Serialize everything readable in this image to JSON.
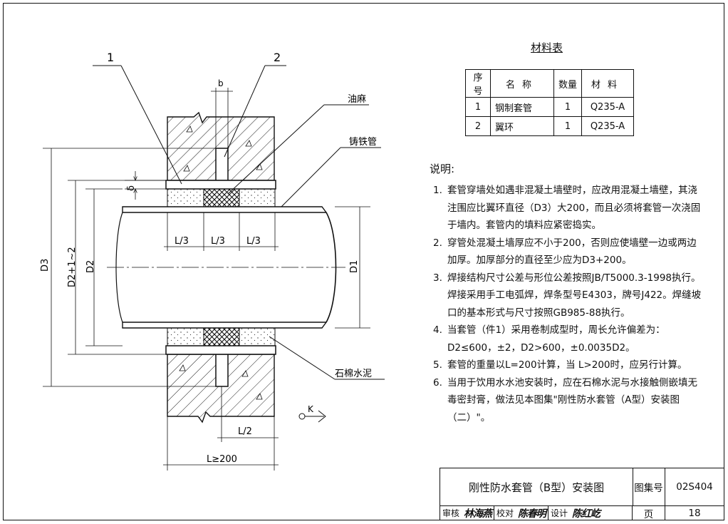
{
  "callouts": {
    "part1": "1",
    "part2": "2"
  },
  "labels": {
    "b": "b",
    "oakum": "油麻",
    "cast_iron_pipe": "铸铁管",
    "asbestos_cement": "石棉水泥",
    "delta": "δ",
    "section_mark": "K"
  },
  "dimensions": {
    "l3_left": "L/3",
    "l3_mid": "L/3",
    "l3_right": "L/3",
    "d3": "D3",
    "d2_plus": "D2+1~2",
    "d2": "D2",
    "d1": "D1",
    "l_half": "L/2",
    "l_min": "L≥200"
  },
  "material_table": {
    "title": "材料表",
    "headers": [
      "序号",
      "名称",
      "数量",
      "材料"
    ],
    "rows": [
      [
        "1",
        "钢制套管",
        "1",
        "Q235-A"
      ],
      [
        "2",
        "翼环",
        "1",
        "Q235-A"
      ]
    ]
  },
  "notes": {
    "title": "说明:",
    "items": [
      {
        "num": "1.",
        "text": "套管穿墙处如遇非混凝土墙壁时，应改用混凝土墙壁，其浇注围应比翼环直径（D3）大200，而且必须将套管一次浇固于墙内。套管内的填料应紧密捣实。"
      },
      {
        "num": "2.",
        "text": "穿管处混凝土墙厚应不小于200，否则应使墙壁一边或两边加厚。加厚部分的直径至少应为D3+200。"
      },
      {
        "num": "3.",
        "text": "焊接结构尺寸公差与形位公差按照JB/T5000.3-1998执行。焊接采用手工电弧焊，焊条型号E4303，牌号J422。焊缝坡口的基本形式与尺寸按照GB985-88执行。"
      },
      {
        "num": "4.",
        "text": "当套管（件1）采用卷制成型时，周长允许偏差为：D2≤600，±2，D2>600，±0.0035D2。"
      },
      {
        "num": "5.",
        "text": "套管的重量以L=200计算，当 L>200时，应另行计算。"
      },
      {
        "num": "6.",
        "text": "当用于饮用水水池安装时，应在石棉水泥与水接触侧嵌填无毒密封膏，做法见本图集\"刚性防水套管（A型）安装图（二）\"。"
      }
    ]
  },
  "title_block": {
    "title": "刚性防水套管（B型）安装图",
    "atlas_label": "图集号",
    "atlas_no": "02S404",
    "review_label": "审核",
    "review_sig": "林海燕",
    "check_label": "校对",
    "check_sig": "陈春明",
    "design_label": "设计",
    "design_sig": "陈红屹",
    "page_label": "页",
    "page_no": "18"
  }
}
